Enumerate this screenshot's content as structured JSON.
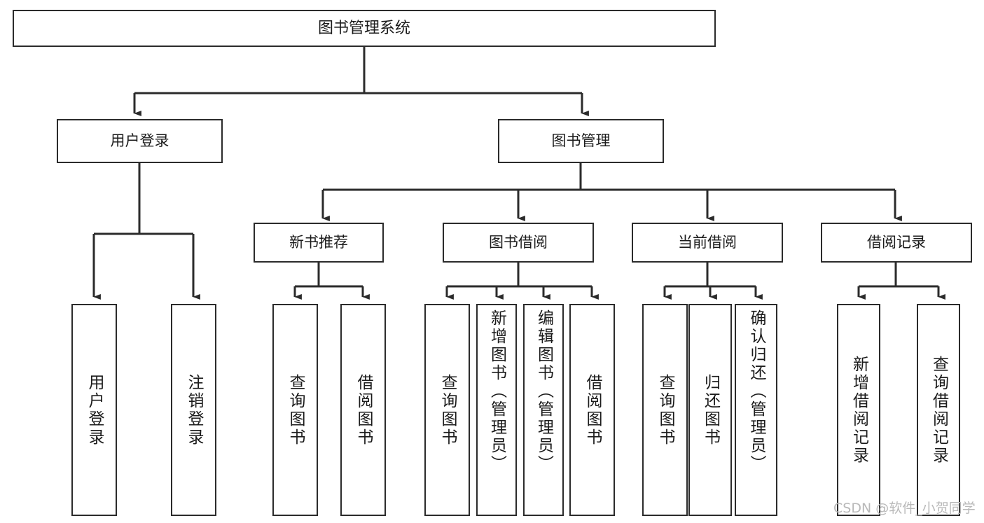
{
  "diagram": {
    "title": "图书管理系统",
    "type": "hierarchy-tree",
    "levels": 4,
    "root": {
      "id": "root",
      "label": "图书管理系统"
    },
    "level2": [
      {
        "id": "user-login",
        "label": "用户登录"
      },
      {
        "id": "book-manage",
        "label": "图书管理"
      }
    ],
    "level3": [
      {
        "id": "new-book-rec",
        "label": "新书推荐",
        "parent": "book-manage"
      },
      {
        "id": "book-borrow",
        "label": "图书借阅",
        "parent": "book-manage"
      },
      {
        "id": "current-borrow",
        "label": "当前借阅",
        "parent": "book-manage"
      },
      {
        "id": "borrow-record",
        "label": "借阅记录",
        "parent": "book-manage"
      }
    ],
    "leaves": [
      {
        "id": "leaf-user-login",
        "label": "用户登录",
        "parent": "user-login"
      },
      {
        "id": "leaf-user-logout",
        "label": "注销登录",
        "parent": "user-login"
      },
      {
        "id": "leaf-query-book-1",
        "label": "查询图书",
        "parent": "new-book-rec"
      },
      {
        "id": "leaf-borrow-book-1",
        "label": "借阅图书",
        "parent": "new-book-rec"
      },
      {
        "id": "leaf-query-book-2",
        "label": "查询图书",
        "parent": "book-borrow"
      },
      {
        "id": "leaf-add-book",
        "label": "新增图书（管理员）",
        "parent": "book-borrow"
      },
      {
        "id": "leaf-edit-book",
        "label": "编辑图书（管理员）",
        "parent": "book-borrow"
      },
      {
        "id": "leaf-borrow-book-2",
        "label": "借阅图书",
        "parent": "book-borrow"
      },
      {
        "id": "leaf-query-book-3",
        "label": "查询图书",
        "parent": "current-borrow"
      },
      {
        "id": "leaf-return-book",
        "label": "归还图书",
        "parent": "current-borrow"
      },
      {
        "id": "leaf-confirm-return",
        "label": "确认归还（管理员）",
        "parent": "current-borrow"
      },
      {
        "id": "leaf-add-record",
        "label": "新增借阅记录",
        "parent": "borrow-record"
      },
      {
        "id": "leaf-query-record",
        "label": "查询借阅记录",
        "parent": "borrow-record"
      }
    ]
  },
  "watermark": {
    "text": "CSDN @软件_小贺同学"
  },
  "colors": {
    "stroke": "#2b2b2b",
    "fill": "#ffffff",
    "text": "#1b1b1b",
    "watermark": "#b9b9b9"
  }
}
